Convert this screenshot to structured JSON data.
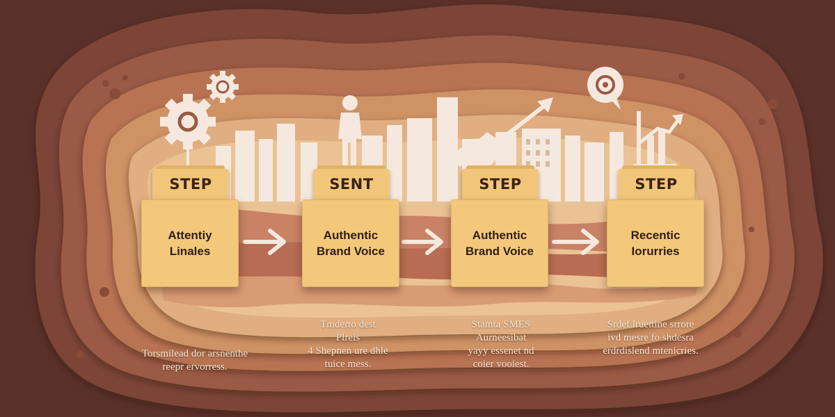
{
  "steps": [
    {
      "tab": "STEP",
      "line1": "Attentiy",
      "line2": "Linales"
    },
    {
      "tab": "SENT",
      "line1": "Authentic",
      "line2": "Brand Voice"
    },
    {
      "tab": "STEP",
      "line1": "Authentic",
      "line2": "Brand Voice"
    },
    {
      "tab": "STEP",
      "line1": "Recentic",
      "line2": "Iorurries"
    }
  ],
  "descriptions": [
    {
      "lines": [
        "Torsmilead dor arsnenthe",
        "reepr ervorress."
      ]
    },
    {
      "lines": [
        "Tmderto dest",
        "Plreis",
        "4 Shepnen ure dhle",
        "tuice mess."
      ]
    },
    {
      "lines": [
        "Stamta SMES",
        "Aurneesibat",
        "yayy essenet nd",
        "coier vooiest."
      ]
    },
    {
      "lines": [
        "Srdef lruettine srrore",
        "ivd mesre fo shdesra",
        "erdrdislend mtenicries."
      ]
    }
  ],
  "icons": [
    "gear-icon",
    "small-gear-icon",
    "person-icon",
    "megaphone-icon",
    "trend-arrow-icon",
    "speech-bubble-icon",
    "bar-growth-icon",
    "arrow-right-icon"
  ],
  "colors": {
    "background": "#5a3129",
    "card": "#f3c87b",
    "tab": "#f1c67a",
    "text_dark": "#2f1d12",
    "text_light": "#f7e7d6",
    "skyline": "#f5e9df"
  }
}
